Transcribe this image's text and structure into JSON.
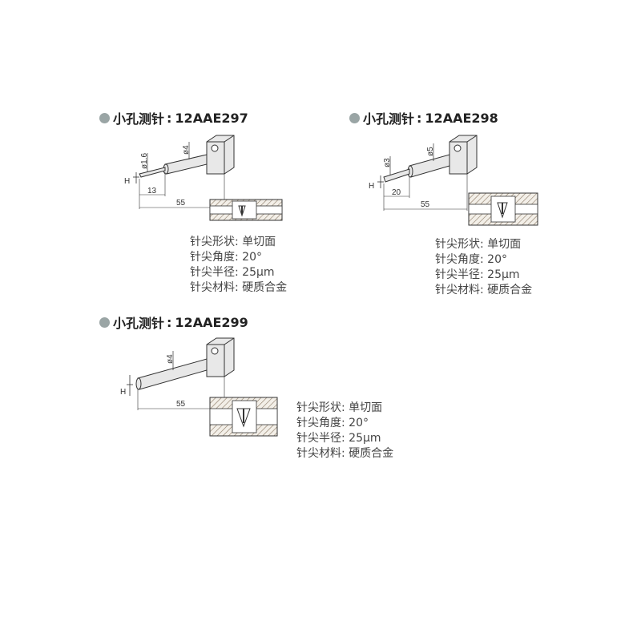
{
  "probes": [
    {
      "title_prefix": "小孔测针",
      "colon": ":",
      "model": "12AAE297",
      "dims": {
        "tip_dia": "ø1.6",
        "shank_dia": "ø4",
        "h": "H",
        "tip_len": "13",
        "total_len": "55"
      },
      "specs": {
        "shape_label": "针尖形状:",
        "shape_value": "单切面",
        "angle_label": "针尖角度:",
        "angle_value": "20°",
        "radius_label": "针尖半径:",
        "radius_value": "25μm",
        "material_label": "针尖材料:",
        "material_value": "硬质合金"
      }
    },
    {
      "title_prefix": "小孔测针",
      "colon": ":",
      "model": "12AAE298",
      "dims": {
        "tip_dia": "ø3",
        "shank_dia": "ø5",
        "h": "H",
        "tip_len": "20",
        "total_len": "55"
      },
      "specs": {
        "shape_label": "针尖形状:",
        "shape_value": "单切面",
        "angle_label": "针尖角度:",
        "angle_value": "20°",
        "radius_label": "针尖半径:",
        "radius_value": "25μm",
        "material_label": "针尖材料:",
        "material_value": "硬质合金"
      }
    },
    {
      "title_prefix": "小孔测针",
      "colon": ":",
      "model": "12AAE299",
      "dims": {
        "shank_dia": "ø4",
        "h": "H",
        "total_len": "55"
      },
      "specs": {
        "shape_label": "针尖形状:",
        "shape_value": "单切面",
        "angle_label": "针尖角度:",
        "angle_value": "20°",
        "radius_label": "针尖半径:",
        "radius_value": "25μm",
        "material_label": "针尖材料:",
        "material_value": "硬质合金"
      }
    }
  ],
  "colors": {
    "bullet": "#9aa5a5",
    "probe_fill": "#e8e8e8",
    "hatch": "#8a7a66",
    "line": "#333333"
  }
}
